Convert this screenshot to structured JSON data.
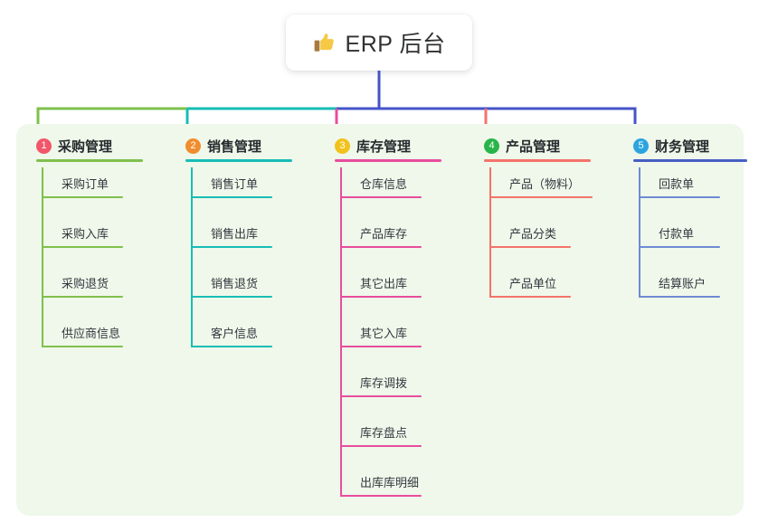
{
  "root": {
    "title": "ERP 后台",
    "icon": "thumbs-up-icon",
    "icon_colors": {
      "hand": "#f5c945",
      "cuff": "#a97a3c"
    }
  },
  "canvas": {
    "background": "#ffffff",
    "panel_background": "#eff8ea",
    "trunk_color": "#4553c8"
  },
  "columns": [
    {
      "number": "1",
      "label": "采购管理",
      "badge_color": "#f2566a",
      "line_color": "#7fc04d",
      "head_rule_color": "#7fc04d",
      "items": [
        {
          "label": "采购订单"
        },
        {
          "label": "采购入库"
        },
        {
          "label": "采购退货"
        },
        {
          "label": "供应商信息"
        }
      ]
    },
    {
      "number": "2",
      "label": "销售管理",
      "badge_color": "#f08d2e",
      "line_color": "#17bdb6",
      "head_rule_color": "#17bdb6",
      "items": [
        {
          "label": "销售订单"
        },
        {
          "label": "销售出库"
        },
        {
          "label": "销售退货"
        },
        {
          "label": "客户信息"
        }
      ]
    },
    {
      "number": "3",
      "label": "库存管理",
      "badge_color": "#f2c21c",
      "line_color": "#e84d9e",
      "head_rule_color": "#e84d9e",
      "items": [
        {
          "label": "仓库信息"
        },
        {
          "label": "产品库存"
        },
        {
          "label": "其它出库"
        },
        {
          "label": "其它入库"
        },
        {
          "label": "库存调拨"
        },
        {
          "label": "库存盘点"
        },
        {
          "label": "出库库明细"
        }
      ]
    },
    {
      "number": "4",
      "label": "产品管理",
      "badge_color": "#28b44a",
      "line_color": "#f4736a",
      "head_rule_color": "#f4736a",
      "items": [
        {
          "label": "产品（物料）",
          "wide": true
        },
        {
          "label": "产品分类"
        },
        {
          "label": "产品单位"
        }
      ]
    },
    {
      "number": "5",
      "label": "财务管理",
      "badge_color": "#2ba5e0",
      "line_color": "#6f8ad4",
      "head_rule_color": "#4660c4",
      "items": [
        {
          "label": "回款单"
        },
        {
          "label": "付款单"
        },
        {
          "label": "结算账户"
        }
      ]
    }
  ],
  "connector_segments": [
    {
      "from": "1",
      "to": "2",
      "color": "#7fc04d"
    },
    {
      "from": "2",
      "to": "3",
      "color": "#17bdb6"
    },
    {
      "from": "3",
      "to": "5",
      "color": "#4553c8"
    }
  ]
}
